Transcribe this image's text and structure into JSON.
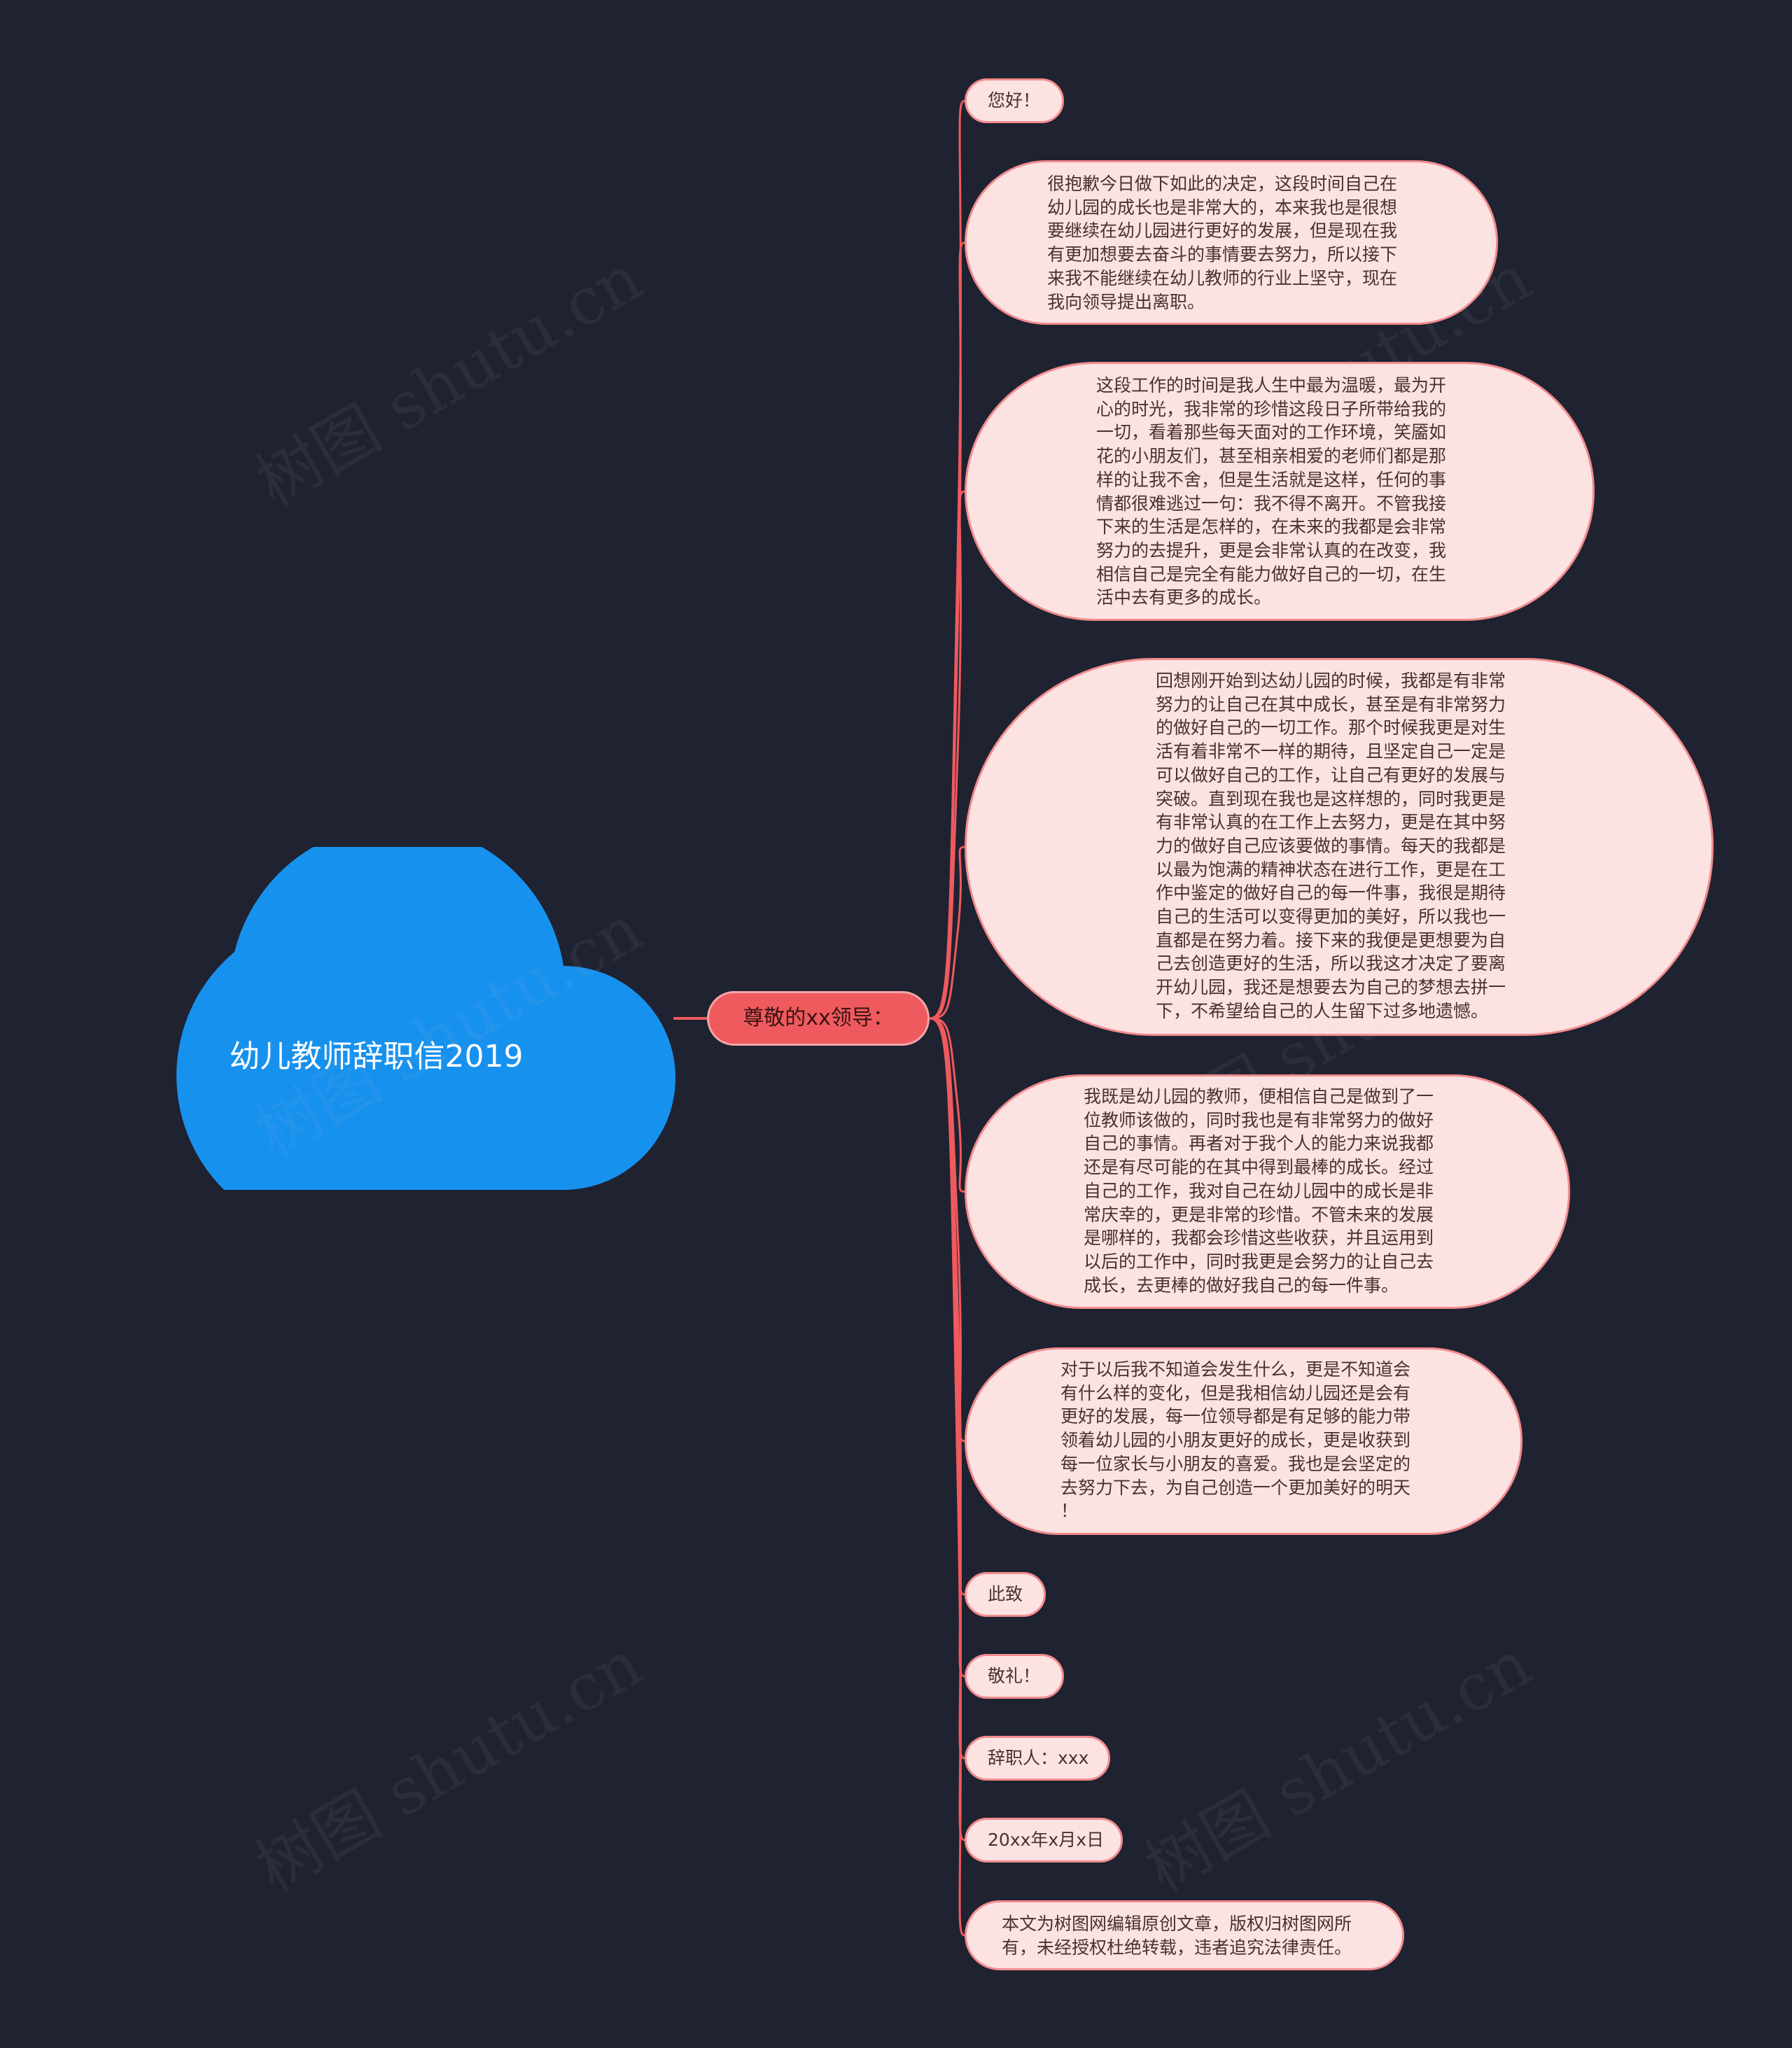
{
  "colors": {
    "background": "#1f2230",
    "cloud": "#1791ee",
    "mid_node": "#ef5a5e",
    "leaf_fill": "#fde2e2",
    "leaf_border": "#f28c8e",
    "line": "#ef5a5e"
  },
  "root": {
    "title": "幼儿教师辞职信2019"
  },
  "mid": {
    "label": "尊敬的xx领导："
  },
  "leaves": [
    {
      "text": "您好！"
    },
    {
      "text": "很抱歉今日做下如此的决定，这段时间自己在\n幼儿园的成长也是非常大的，本来我也是很想\n要继续在幼儿园进行更好的发展，但是现在我\n有更加想要去奋斗的事情要去努力，所以接下\n来我不能继续在幼儿教师的行业上坚守，现在\n我向领导提出离职。"
    },
    {
      "text": "这段工作的时间是我人生中最为温暖，最为开\n心的时光，我非常的珍惜这段日子所带给我的\n一切，看着那些每天面对的工作环境，笑靥如\n花的小朋友们，甚至相亲相爱的老师们都是那\n样的让我不舍，但是生活就是这样，任何的事\n情都很难逃过一句：我不得不离开。不管我接\n下来的生活是怎样的，在未来的我都是会非常\n努力的去提升，更是会非常认真的在改变，我\n相信自己是完全有能力做好自己的一切，在生\n活中去有更多的成长。"
    },
    {
      "text": "回想刚开始到达幼儿园的时候，我都是有非常\n努力的让自己在其中成长，甚至是有非常努力\n的做好自己的一切工作。那个时候我更是对生\n活有着非常不一样的期待，且坚定自己一定是\n可以做好自己的工作，让自己有更好的发展与\n突破。直到现在我也是这样想的，同时我更是\n有非常认真的在工作上去努力，更是在其中努\n力的做好自己应该要做的事情。每天的我都是\n以最为饱满的精神状态在进行工作，更是在工\n作中鉴定的做好自己的每一件事，我很是期待\n自己的生活可以变得更加的美好，所以我也一\n直都是在努力着。接下来的我便是更想要为自\n己去创造更好的生活，所以我这才决定了要离\n开幼儿园，我还是想要去为自己的梦想去拼一\n下，不希望给自己的人生留下过多地遗憾。"
    },
    {
      "text": "我既是幼儿园的教师，便相信自己是做到了一\n位教师该做的，同时我也是有非常努力的做好\n自己的事情。再者对于我个人的能力来说我都\n还是有尽可能的在其中得到最棒的成长。经过\n自己的工作，我对自己在幼儿园中的成长是非\n常庆幸的，更是非常的珍惜。不管未来的发展\n是哪样的，我都会珍惜这些收获，并且运用到\n以后的工作中，同时我更是会努力的让自己去\n成长，去更棒的做好我自己的每一件事。"
    },
    {
      "text": "对于以后我不知道会发生什么，更是不知道会\n有什么样的变化，但是我相信幼儿园还是会有\n更好的发展，每一位领导都是有足够的能力带\n领着幼儿园的小朋友更好的成长，更是收获到\n每一位家长与小朋友的喜爱。我也是会坚定的\n去努力下去，为自己创造一个更加美好的明天\n！"
    },
    {
      "text": "此致"
    },
    {
      "text": "敬礼！"
    },
    {
      "text": "辞职人：xxx"
    },
    {
      "text": "20xx年x月x日"
    },
    {
      "text": "本文为树图网编辑原创文章，版权归树图网所\n有，未经授权杜绝转载，违者追究法律责任。"
    }
  ],
  "watermark": {
    "text": "树图 shutu.cn"
  }
}
